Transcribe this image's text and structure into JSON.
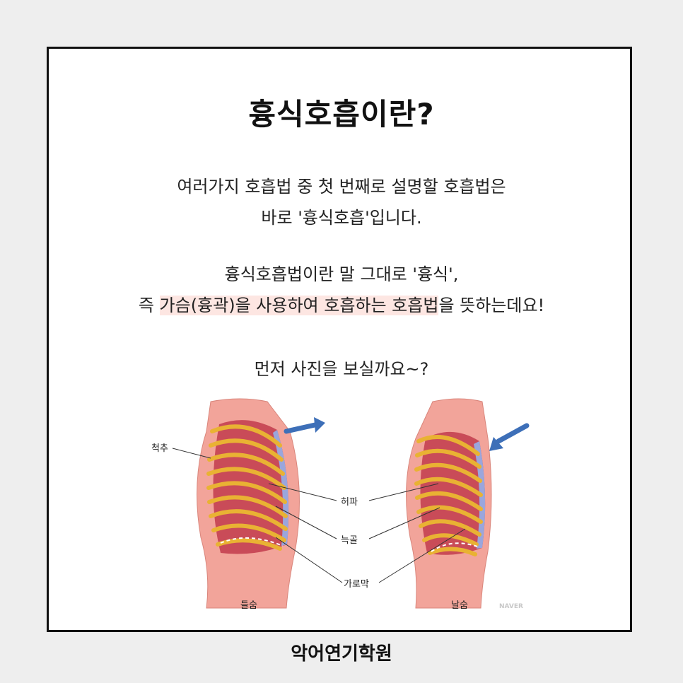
{
  "title": "흉식호흡이란?",
  "paragraph1": {
    "line1": "여러가지 호흡법 중 첫 번째로 설명할 호흡법은",
    "line2": "바로 '흉식호흡'입니다."
  },
  "paragraph2": {
    "line1": "흉식호흡법이란 말 그대로 '흉식',",
    "line2_prefix": "즉 ",
    "line2_highlight": "가슴(흉곽)을 사용하여 호흡하는 호흡법",
    "line2_suffix": "을 뜻하는데요!"
  },
  "paragraph3": "먼저 사진을 보실까요~?",
  "figure": {
    "labels": {
      "spine": "척추",
      "lung": "허파",
      "rib": "늑골",
      "diaphragm": "가로막",
      "inhale": "들숨",
      "exhale": "날숨"
    },
    "watermark": "NAVER"
  },
  "footer": "악어연기학원",
  "colors": {
    "highlight": "#fde6e2",
    "body_skin": "#f2a49a",
    "lung": "#c94b58",
    "rib": "#e9b233",
    "pleura": "#9aa6dc",
    "arrow": "#3d6fb8"
  }
}
